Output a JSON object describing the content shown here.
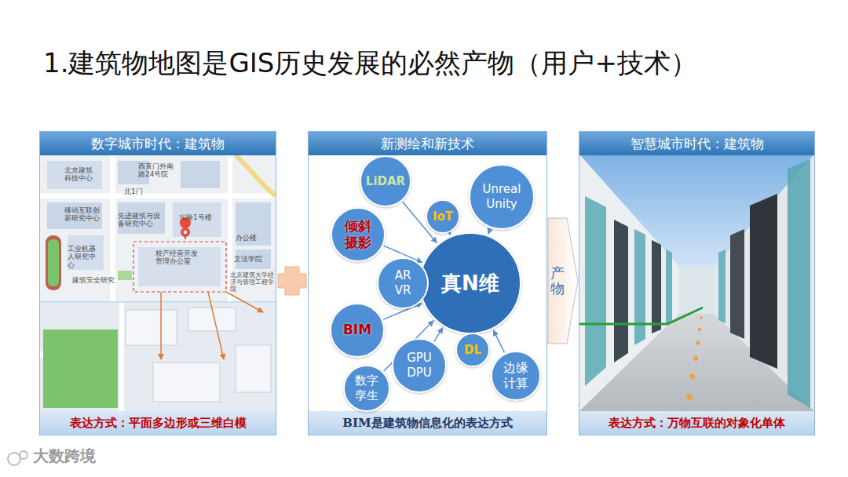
{
  "diagram": {
    "title": "1.建筑物地图是GIS历史发展的必然产物（用户+技术）",
    "nodes": [
      {
        "text": [
          "数字城市时代：建筑物",
          "表达方式：平面多边形或三维白模"
        ]
      },
      {
        "text": [
          "新测绘和新技术",
          "BIM是建筑物信息化的表达方式"
        ]
      },
      {
        "text": [
          "LiDAR"
        ],
        "in": 1
      },
      {
        "text": [
          "IoT"
        ],
        "in": 1
      },
      {
        "text": [
          "Unreal Unity"
        ],
        "in": 1
      },
      {
        "text": [
          "倾斜摄影"
        ],
        "in": 1
      },
      {
        "text": [
          "真N维"
        ],
        "in": 1
      },
      {
        "text": [
          "AR VR"
        ],
        "in": 1
      },
      {
        "text": [
          "BIM"
        ],
        "in": 1
      },
      {
        "text": [
          "GPU DPU"
        ],
        "in": 1
      },
      {
        "text": [
          "DL"
        ],
        "in": 1
      },
      {
        "text": [
          "数字孪生"
        ],
        "in": 1
      },
      {
        "text": [
          "边缘计算"
        ],
        "in": 1
      },
      {
        "text": [
          "智慧城市时代：建筑物",
          "表达方式：万物互联的对象化单体"
        ]
      }
    ],
    "edges": [
      {
        "from": 2,
        "to": 6,
        "arrow": "to"
      },
      {
        "from": 3,
        "to": 6,
        "arrow": "to"
      },
      {
        "from": 4,
        "to": 6,
        "arrow": "to"
      },
      {
        "from": 5,
        "to": 6,
        "arrow": "to"
      },
      {
        "from": 8,
        "to": 6,
        "arrow": "to"
      },
      {
        "from": 9,
        "to": 6,
        "arrow": "to"
      },
      {
        "from": 10,
        "to": 6,
        "arrow": "to"
      },
      {
        "from": 11,
        "to": 6,
        "arrow": "to"
      },
      {
        "from": 12,
        "to": 6,
        "arrow": "to"
      },
      {
        "from": 1,
        "to": 13,
        "label": "产物",
        "arrow": "to"
      }
    ],
    "labels": [
      "西直门外南路24号院",
      "北京建筑科技中心",
      "北1门",
      "移动互联创新研究中心",
      "先进建筑与设备研究中心",
      "实验1号楼",
      "办公楼",
      "工业机器人研究中心",
      "校产经营开发管理办公室",
      "文法学院",
      "建筑安全研究",
      "北京建筑大学经济与管理工程学院",
      "大数跨境"
    ]
  }
}
